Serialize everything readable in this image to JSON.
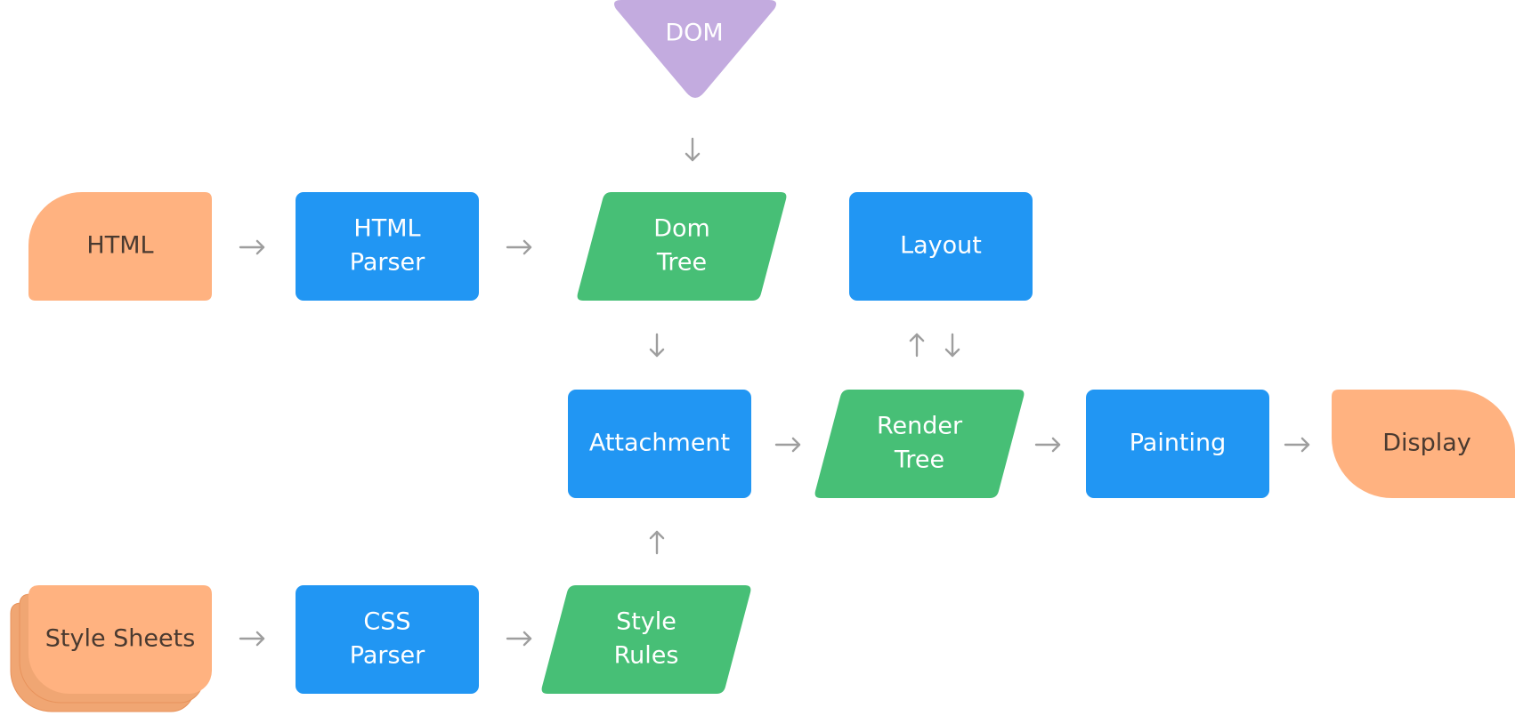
{
  "colors": {
    "process": "#2196f3",
    "data": "#47bf76",
    "terminal": "#ffb280",
    "source": "#c3abdf",
    "arrow": "#9e9e9e",
    "text_light": "#ffffff",
    "text_dark": "#4a3a30"
  },
  "nodes": {
    "dom": {
      "lines": [
        "DOM"
      ]
    },
    "html": {
      "lines": [
        "HTML"
      ]
    },
    "html_parser": {
      "lines": [
        "HTML",
        "Parser"
      ]
    },
    "dom_tree": {
      "lines": [
        "Dom",
        "Tree"
      ]
    },
    "layout": {
      "lines": [
        "Layout"
      ]
    },
    "attachment": {
      "lines": [
        "Attachment"
      ]
    },
    "render_tree": {
      "lines": [
        "Render",
        "Tree"
      ]
    },
    "painting": {
      "lines": [
        "Painting"
      ]
    },
    "display": {
      "lines": [
        "Display"
      ]
    },
    "style_sheets": {
      "lines": [
        "Style Sheets"
      ]
    },
    "css_parser": {
      "lines": [
        "CSS",
        "Parser"
      ]
    },
    "style_rules": {
      "lines": [
        "Style",
        "Rules"
      ]
    }
  },
  "edges": [
    {
      "from": "dom",
      "to": "dom_tree"
    },
    {
      "from": "html",
      "to": "html_parser"
    },
    {
      "from": "html_parser",
      "to": "dom_tree"
    },
    {
      "from": "dom_tree",
      "to": "attachment"
    },
    {
      "from": "attachment",
      "to": "render_tree"
    },
    {
      "from": "render_tree",
      "to": "layout"
    },
    {
      "from": "layout",
      "to": "render_tree"
    },
    {
      "from": "render_tree",
      "to": "painting"
    },
    {
      "from": "painting",
      "to": "display"
    },
    {
      "from": "style_sheets",
      "to": "css_parser"
    },
    {
      "from": "css_parser",
      "to": "style_rules"
    },
    {
      "from": "style_rules",
      "to": "attachment"
    }
  ]
}
